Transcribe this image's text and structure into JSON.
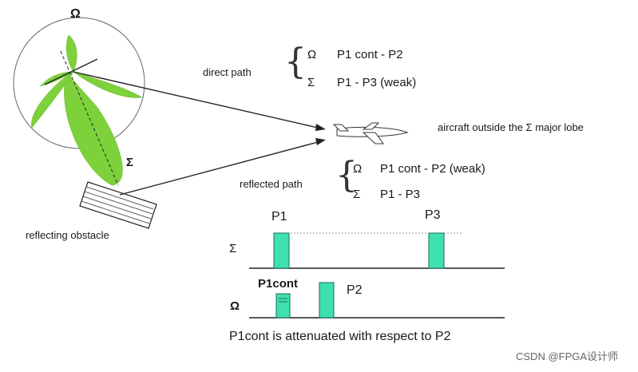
{
  "labels": {
    "omega_top": "Ω",
    "sigma_lobe": "Σ",
    "reflecting_obstacle": "reflecting obstacle",
    "direct_path": "direct path",
    "reflected_path": "reflected path",
    "aircraft": "aircraft outside the Σ major lobe"
  },
  "direct_rows": [
    {
      "sym": "Ω",
      "text": "P1 cont - P2"
    },
    {
      "sym": "Σ",
      "text": "P1 - P3  (weak)"
    }
  ],
  "reflected_rows": [
    {
      "sym": "Ω",
      "text": "P1 cont - P2 (weak)"
    },
    {
      "sym": "Σ",
      "text": "P1 - P3"
    }
  ],
  "sigma_channel": {
    "label": "Σ",
    "p1": "P1",
    "p3": "P3"
  },
  "omega_channel": {
    "label": "Ω",
    "p1cont": "P1cont",
    "p2": "P2"
  },
  "caption": "P1cont is attenuated with respect to P2",
  "watermark": "CSDN @FPGA设计师",
  "colors": {
    "lobe": "#7dd13a",
    "pulse": "#3fe0b0",
    "line": "#222222"
  }
}
